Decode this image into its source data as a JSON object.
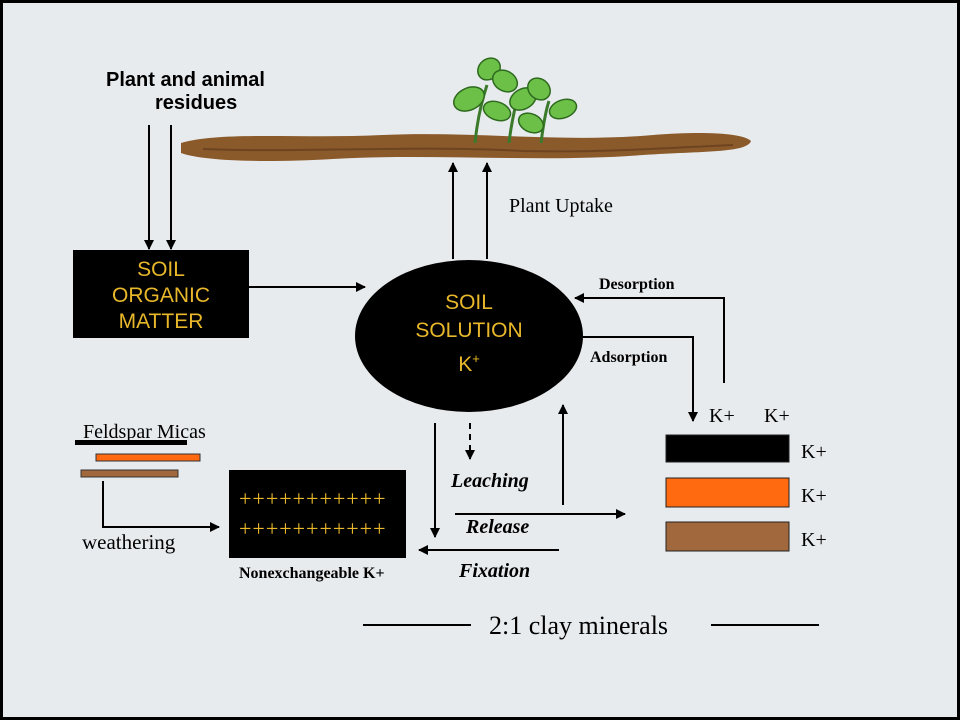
{
  "diagram": {
    "residues_label_line1": "Plant and animal",
    "residues_label_line2": "residues",
    "som_line1": "SOIL",
    "som_line2": "ORGANIC",
    "som_line3": "MATTER",
    "solution_line1": "SOIL",
    "solution_line2": "SOLUTION",
    "solution_line3": "K",
    "solution_sup": "+",
    "plant_uptake": "Plant Uptake",
    "desorption": "Desorption",
    "adsorption": "Adsorption",
    "feldspar_micas": "Feldspar Micas",
    "weathering": "weathering",
    "plus_row1": "+++++++++++",
    "plus_row2": "+++++++++++",
    "nonexchangeable": "Nonexchangeable K+",
    "leaching": "Leaching",
    "release": "Release",
    "fixation": "Fixation",
    "k_top_left": "K+",
    "k_top_right": "K+",
    "k_layer1": "K+",
    "k_layer2": "K+",
    "k_layer3": "K+",
    "clay_minerals": "2:1 clay minerals"
  },
  "colors": {
    "background": "#e8ebee",
    "box": "#000000",
    "gold_text": "#e8b82a",
    "soil": "#8b5a2b",
    "layer_orange": "#ff6a10",
    "layer_brown": "#a0683c",
    "leaf": "#6cc048"
  }
}
